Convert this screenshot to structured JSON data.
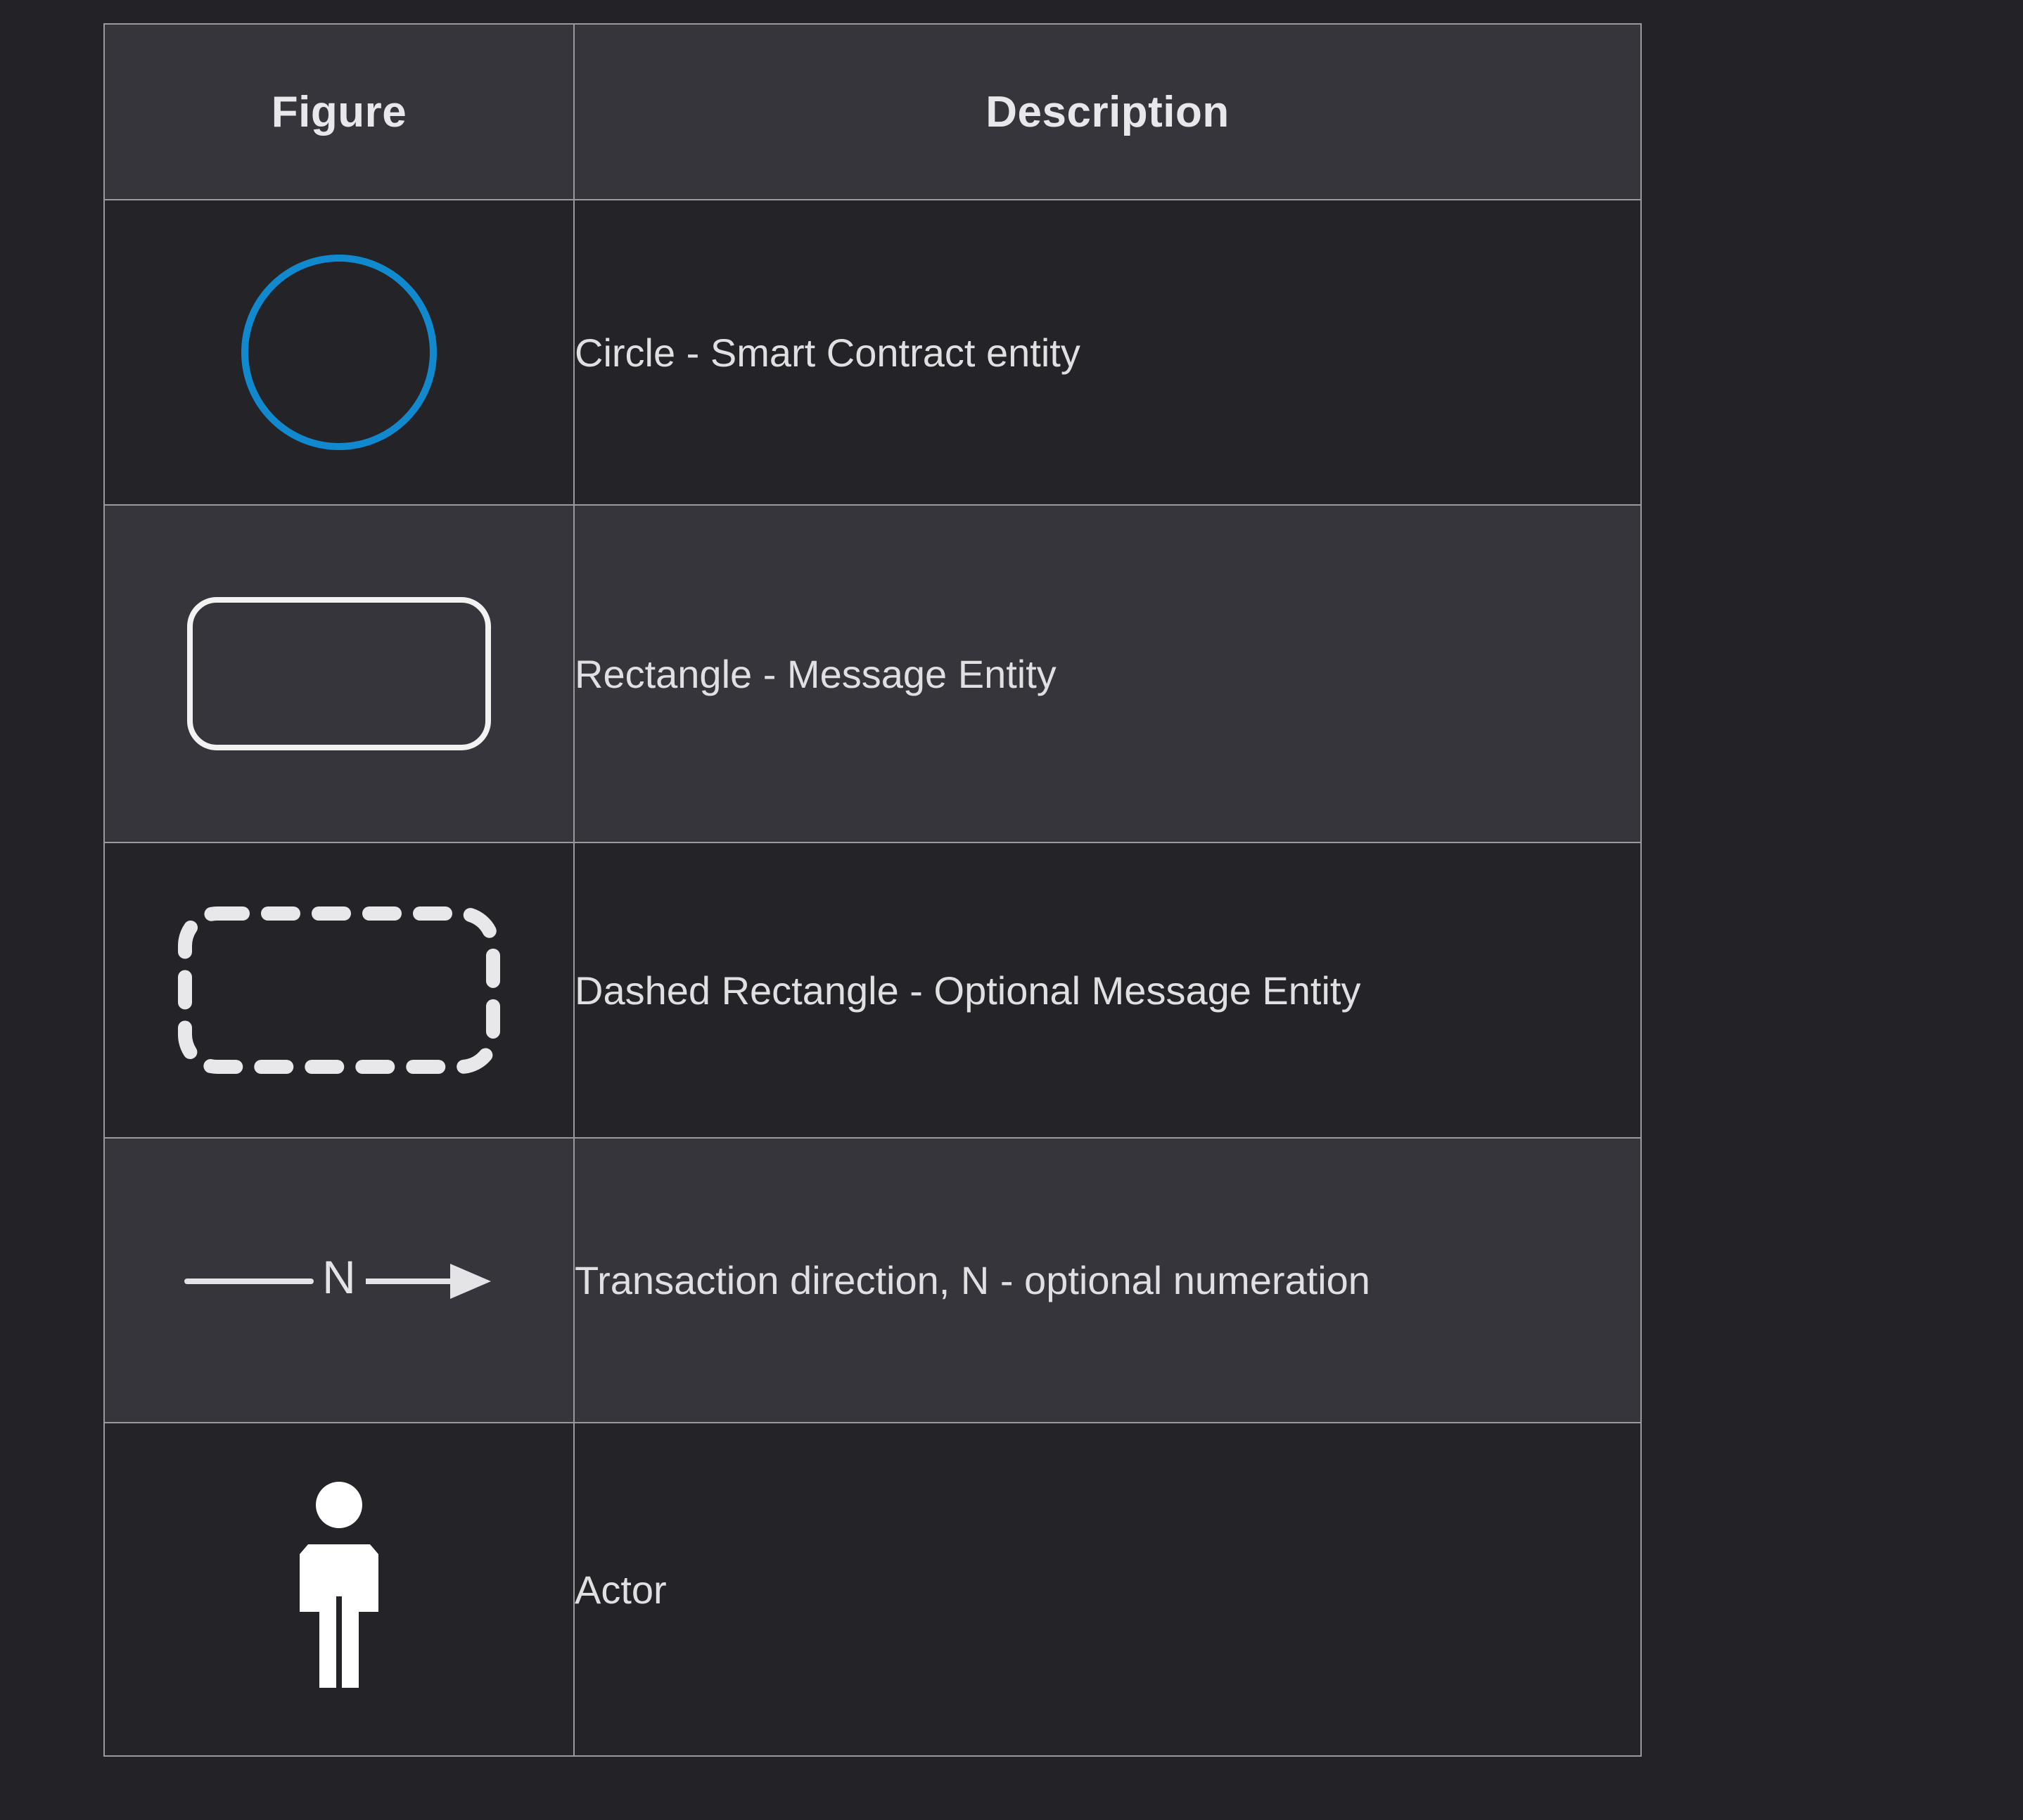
{
  "page": {
    "background_color": "#222227",
    "border_color": "#9a9a9e",
    "text_color": "#e0e0e2",
    "accent_color": "#1089cf",
    "shape_stroke_color": "#f2f2f2"
  },
  "table": {
    "headers": {
      "figure": "Figure",
      "description": "Description"
    },
    "rows": [
      {
        "figure_icon": "circle-shape-icon",
        "figure_label": "Circle",
        "description": "Circle - Smart Contract entity",
        "row_background": "#232328",
        "stroke_color": "#1089cf"
      },
      {
        "figure_icon": "rounded-rectangle-shape-icon",
        "figure_label": "Rectangle",
        "description": "Rectangle - Message Entity",
        "row_background": "#35353b",
        "stroke_color": "#f2f2f2"
      },
      {
        "figure_icon": "dashed-rounded-rectangle-shape-icon",
        "figure_label": "Dashed Rectangle",
        "description": "Dashed Rectangle - Optional Message Entity",
        "row_background": "#232328",
        "stroke_color": "#f2f2f2"
      },
      {
        "figure_icon": "arrow-with-label-icon",
        "figure_label": "Transaction arrow",
        "arrow_label": "N",
        "description": "Transaction direction, N - optional numeration",
        "row_background": "#35353b",
        "stroke_color": "#e4e4e6"
      },
      {
        "figure_icon": "actor-person-icon",
        "figure_label": "Actor",
        "description": "Actor",
        "row_background": "#232328",
        "stroke_color": "#ffffff"
      }
    ]
  }
}
